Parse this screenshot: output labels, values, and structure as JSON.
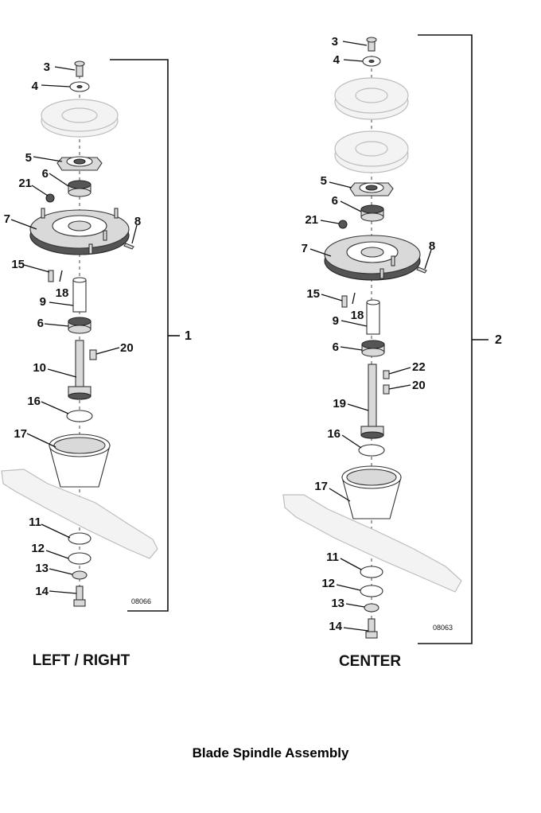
{
  "title": "Blade Spindle Assembly",
  "assemblies": [
    {
      "caption": "LEFT / RIGHT",
      "reference": "1",
      "figure_code": "08066",
      "callouts": [
        "3",
        "4",
        "5",
        "21",
        "6",
        "7",
        "8",
        "15",
        "18",
        "9",
        "6",
        "20",
        "10",
        "16",
        "17",
        "11",
        "12",
        "13",
        "14"
      ]
    },
    {
      "caption": "CENTER",
      "reference": "2",
      "figure_code": "08063",
      "callouts": [
        "3",
        "4",
        "5",
        "6",
        "21",
        "7",
        "8",
        "15",
        "18",
        "9",
        "6",
        "22",
        "20",
        "19",
        "16",
        "17",
        "11",
        "12",
        "13",
        "14"
      ]
    }
  ]
}
